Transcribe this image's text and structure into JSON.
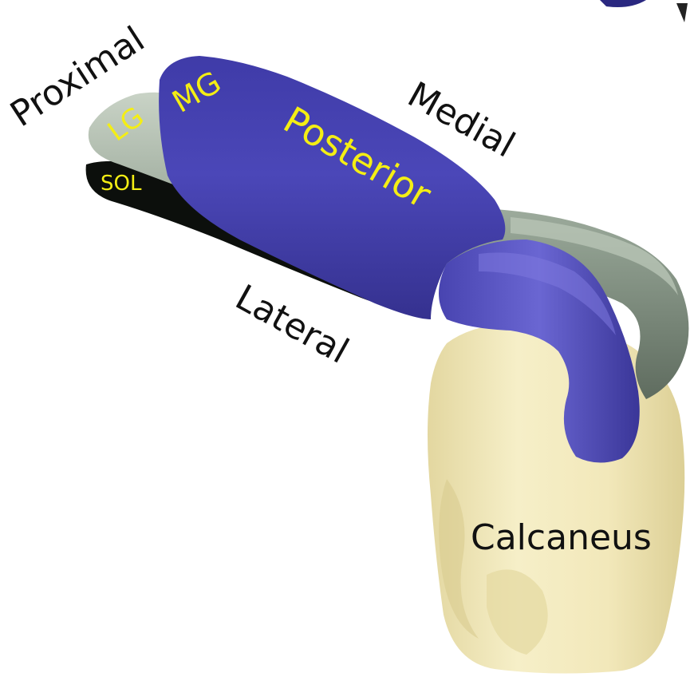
{
  "labels": {
    "proximal": "Proximal",
    "medial": "Medial",
    "lateral": "Lateral",
    "calcaneus": "Calcaneus",
    "lg": "LG",
    "mg": "MG",
    "sol": "SOL",
    "posterior": "Posterior"
  },
  "colors": {
    "background": "#ffffff",
    "muscle_mg_tendon": "#4a46b4",
    "muscle_lg_tendon": "#9aa89a",
    "muscle_sol": "#0c0f0c",
    "calcaneus_bone": "#f1e7b6",
    "direction_text": "#111111",
    "muscle_text": "#f4ee14"
  }
}
